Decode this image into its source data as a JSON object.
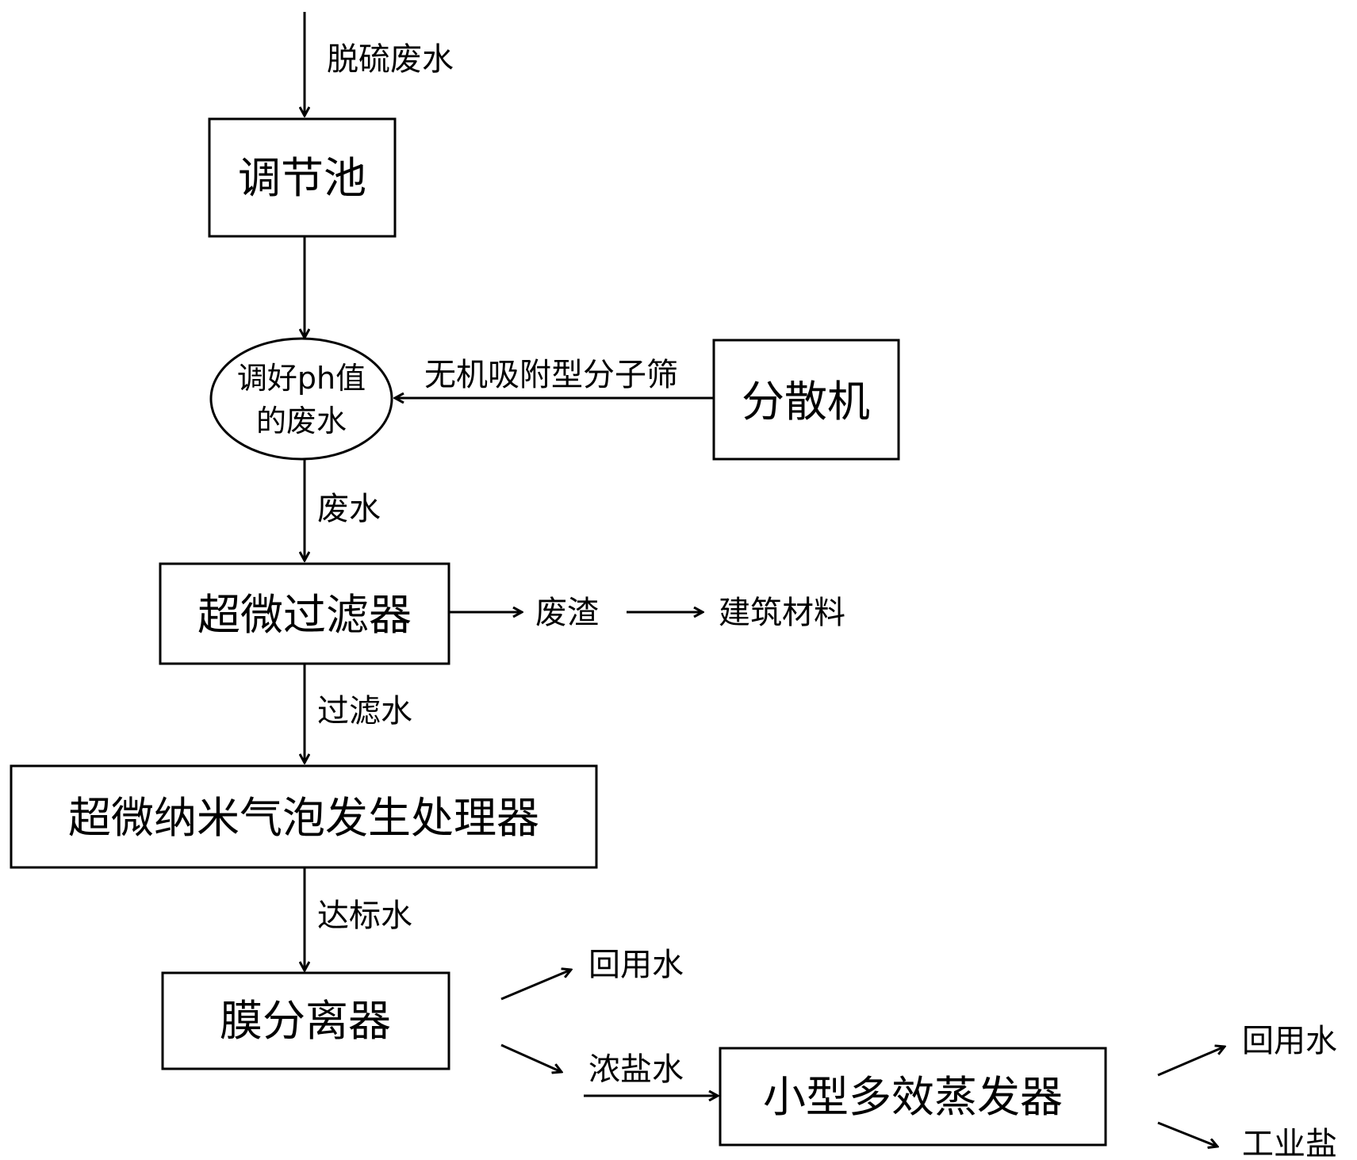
{
  "nodes": {
    "tiaojiechi": "调节池",
    "ph_line1": "调好ph值",
    "ph_line2": "的废水",
    "fensanji": "分散机",
    "chaowei_filter": "超微过滤器",
    "nanobubble": "超微纳米气泡发生处理器",
    "membrane": "膜分离器",
    "evaporator": "小型多效蒸发器"
  },
  "labels": {
    "input": "脱硫废水",
    "sieve": "无机吸附型分子筛",
    "wastewater": "废水",
    "residue": "废渣",
    "building": "建筑材料",
    "filtered": "过滤水",
    "standard": "达标水",
    "reuse1": "回用水",
    "brine": "浓盐水",
    "reuse2": "回用水",
    "salt": "工业盐"
  }
}
